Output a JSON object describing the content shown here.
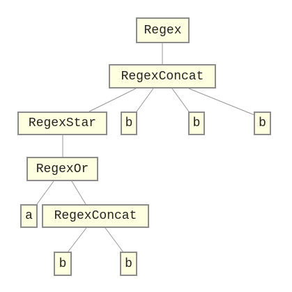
{
  "nodes": {
    "regex": "Regex",
    "regex_concat_top": "RegexConcat",
    "regex_star": "RegexStar",
    "b_1": "b",
    "b_2": "b",
    "b_3": "b",
    "regex_or": "RegexOr",
    "a": "a",
    "regex_concat_inner": "RegexConcat",
    "b_4": "b",
    "b_5": "b"
  },
  "colors": {
    "node_fill": "#fefee0",
    "node_border": "#8c8c8c",
    "edge": "#9a9494",
    "text": "#222222"
  }
}
